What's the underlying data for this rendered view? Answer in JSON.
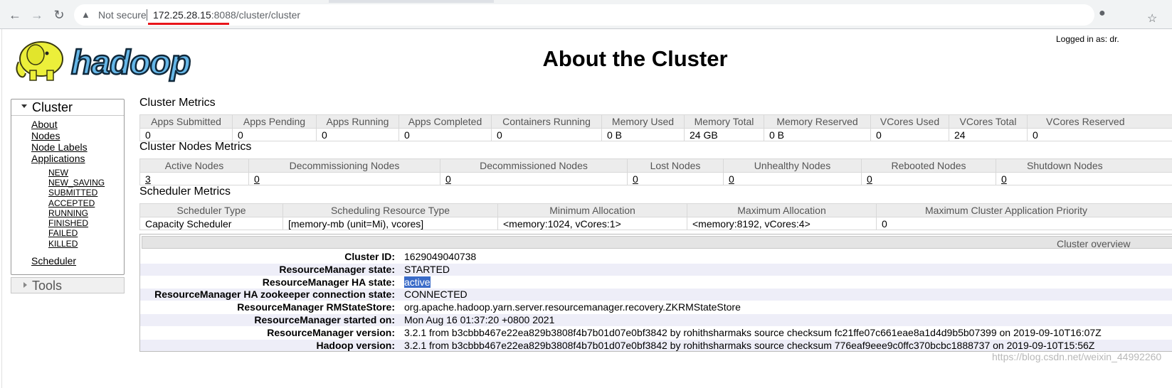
{
  "browser": {
    "security_text": "Not secure",
    "url_host": "172.25.28.15",
    "url_rest": ":8088/cluster/cluster",
    "icons": [
      "back-icon",
      "forward-icon",
      "reload-icon",
      "warning-icon",
      "star-icon",
      "profile-icon"
    ],
    "accent_color": "#e8151b"
  },
  "header": {
    "logged_in": "Logged in as: dr.",
    "title": "About the Cluster",
    "logo_text": "hadoop"
  },
  "sidebar": {
    "title": "Cluster",
    "links": [
      {
        "label": "About"
      },
      {
        "label": "Nodes"
      },
      {
        "label": "Node Labels"
      },
      {
        "label": "Applications"
      }
    ],
    "app_states": [
      "NEW",
      "NEW_SAVING",
      "SUBMITTED",
      "ACCEPTED",
      "RUNNING",
      "FINISHED",
      "FAILED",
      "KILLED"
    ],
    "scheduler": "Scheduler",
    "tools": "Tools"
  },
  "cluster_metrics": {
    "title": "Cluster Metrics",
    "headers": [
      "Apps Submitted",
      "Apps Pending",
      "Apps Running",
      "Apps Completed",
      "Containers Running",
      "Memory Used",
      "Memory Total",
      "Memory Reserved",
      "VCores Used",
      "VCores Total",
      "VCores Reserved"
    ],
    "values": [
      "0",
      "0",
      "0",
      "0",
      "0",
      "0 B",
      "24 GB",
      "0 B",
      "0",
      "24",
      "0"
    ]
  },
  "node_metrics": {
    "title": "Cluster Nodes Metrics",
    "headers": [
      "Active Nodes",
      "Decommissioning Nodes",
      "Decommissioned Nodes",
      "Lost Nodes",
      "Unhealthy Nodes",
      "Rebooted Nodes",
      "Shutdown Nodes"
    ],
    "values": [
      "3",
      "0",
      "0",
      "0",
      "0",
      "0",
      "0"
    ]
  },
  "scheduler_metrics": {
    "title": "Scheduler Metrics",
    "headers": [
      "Scheduler Type",
      "Scheduling Resource Type",
      "Minimum Allocation",
      "Maximum Allocation",
      "Maximum Cluster Application Priority"
    ],
    "values": [
      "Capacity Scheduler",
      "[memory-mb (unit=Mi), vcores]",
      "<memory:1024, vCores:1>",
      "<memory:8192, vCores:4>",
      "0"
    ]
  },
  "overview": {
    "title": "Cluster overview",
    "rows": [
      {
        "key": "Cluster ID:",
        "value": "1629049040738"
      },
      {
        "key": "ResourceManager state:",
        "value": "STARTED"
      },
      {
        "key": "ResourceManager HA state:",
        "value": "active"
      },
      {
        "key": "ResourceManager HA zookeeper connection state:",
        "value": "CONNECTED"
      },
      {
        "key": "ResourceManager RMStateStore:",
        "value": "org.apache.hadoop.yarn.server.resourcemanager.recovery.ZKRMStateStore"
      },
      {
        "key": "ResourceManager started on:",
        "value": "Mon Aug 16 01:37:20 +0800 2021"
      },
      {
        "key": "ResourceManager version:",
        "value": "3.2.1 from b3cbbb467e22ea829b3808f4b7b01d07e0bf3842 by rohithsharmaks source checksum fc21ffe07c661eae8a1d4d9b5b07399 on 2019-09-10T16:07Z"
      },
      {
        "key": "Hadoop version:",
        "value": "3.2.1 from b3cbbb467e22ea829b3808f4b7b01d07e0bf3842 by rohithsharmaks source checksum 776eaf9eee9c0ffc370bcbc1888737 on 2019-09-10T15:56Z"
      }
    ]
  },
  "watermark": "https://blog.csdn.net/weixin_44992260"
}
